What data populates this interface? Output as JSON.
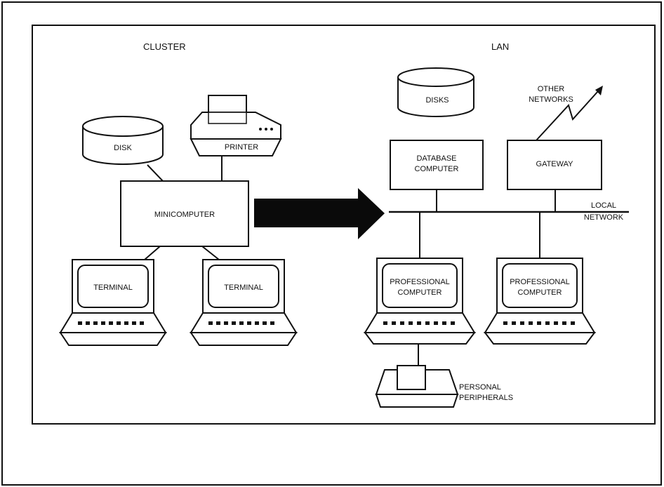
{
  "sections": {
    "cluster": "CLUSTER",
    "lan": "LAN"
  },
  "cluster": {
    "disk": "DISK",
    "printer": "PRINTER",
    "minicomputer": "MINICOMPUTER",
    "terminal_1": "TERMINAL",
    "terminal_2": "TERMINAL"
  },
  "lan": {
    "disks": "DISKS",
    "other_networks": [
      "OTHER",
      "NETWORKS"
    ],
    "database_computer": [
      "DATABASE",
      "COMPUTER"
    ],
    "gateway": "GATEWAY",
    "local_network": [
      "LOCAL",
      "NETWORK"
    ],
    "professional_computer_1": [
      "PROFESSIONAL",
      "COMPUTER"
    ],
    "professional_computer_2": [
      "PROFESSIONAL",
      "COMPUTER"
    ],
    "personal_peripherals": [
      "PERSONAL",
      "PERIPHERALS"
    ]
  }
}
